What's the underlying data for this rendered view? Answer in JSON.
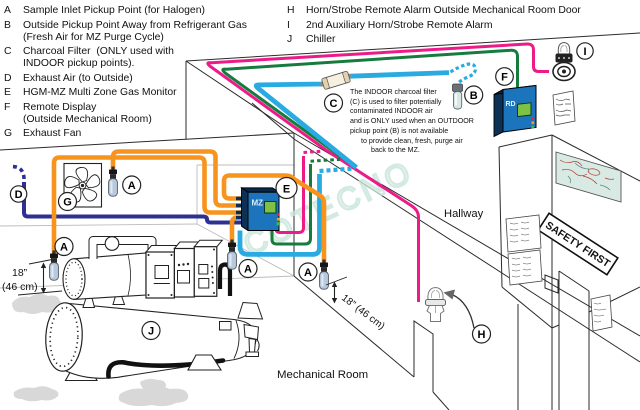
{
  "legend": {
    "left": [
      {
        "letter": "A",
        "lines": [
          "Sample Inlet Pickup Point (for Halogen)"
        ]
      },
      {
        "letter": "B",
        "lines": [
          "Outside Pickup Point Away from Refrigerant Gas",
          "(Fresh Air for MZ Purge Cycle)"
        ]
      },
      {
        "letter": "C",
        "lines": [
          "Charcoal Filter  (ONLY used with",
          "INDOOR pickup points)."
        ]
      },
      {
        "letter": "D",
        "lines": [
          "Exhaust Air (to Outside)"
        ]
      },
      {
        "letter": "E",
        "lines": [
          "HGM-MZ Multi Zone Gas Monitor"
        ]
      },
      {
        "letter": "F",
        "lines": [
          "Remote Display",
          "(Outside Mechanical Room)"
        ]
      },
      {
        "letter": "G",
        "lines": [
          "Exhaust Fan"
        ]
      }
    ],
    "right": [
      {
        "letter": "H",
        "lines": [
          "Horn/Strobe Remote Alarm Outside Mechanical Room Door"
        ]
      },
      {
        "letter": "I",
        "lines": [
          "2nd Auxiliary Horn/Strobe Remote Alarm"
        ]
      },
      {
        "letter": "J",
        "lines": [
          "Chiller"
        ]
      }
    ]
  },
  "note": {
    "lines": [
      "The INDOOR charcoal filter",
      "(C) is used to filter potentially",
      "contaminated INDOOR air",
      "and is ONLY used when an OUTDOOR",
      "pickup point (B) is not available",
      "to provide clean, fresh, purge air",
      "back to the MZ."
    ]
  },
  "labels": {
    "hallway": "Hallway",
    "mechanical_room": "Mechanical Room",
    "dim_left_line1": "18”",
    "dim_left_line2": "(46 cm)",
    "dim_right": "18” (46 cm)",
    "safety_sign": "SAFETY FIRST",
    "watermark": "COTECNO",
    "mz_device": "MZ",
    "rd_device": "RD"
  },
  "markers": {
    "a": "A",
    "b": "B",
    "c": "C",
    "d": "D",
    "e": "E",
    "f": "F",
    "g": "G",
    "h": "H",
    "i": "I",
    "j": "J"
  },
  "colors": {
    "orange": "#F7941E",
    "cyan": "#29ABE2",
    "pink": "#ED1A88",
    "green": "#177B3D",
    "navy": "#2E3192",
    "box_blue": "#1C75BC",
    "box_top": "#14406E",
    "box_side": "#0F5795",
    "screen_green": "#7DC242",
    "watermark": "#C9E5DB"
  }
}
